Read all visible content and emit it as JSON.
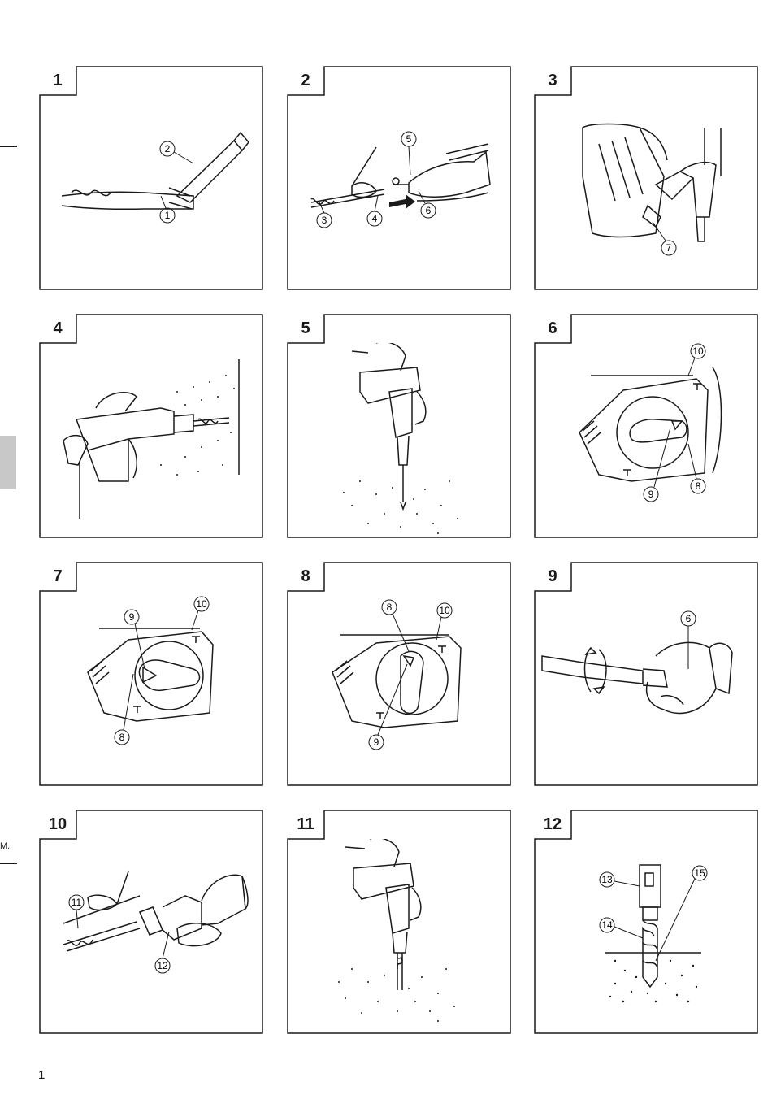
{
  "page": {
    "number": "1",
    "edge_mark": "M."
  },
  "panels": [
    {
      "number": "1",
      "callouts": [
        "1",
        "2"
      ]
    },
    {
      "number": "2",
      "callouts": [
        "3",
        "4",
        "5",
        "6"
      ]
    },
    {
      "number": "3",
      "callouts": [
        "7"
      ]
    },
    {
      "number": "4",
      "callouts": []
    },
    {
      "number": "5",
      "callouts": []
    },
    {
      "number": "6",
      "callouts": [
        "10",
        "9",
        "8"
      ]
    },
    {
      "number": "7",
      "callouts": [
        "9",
        "10",
        "8"
      ]
    },
    {
      "number": "8",
      "callouts": [
        "8",
        "10",
        "9"
      ]
    },
    {
      "number": "9",
      "callouts": [
        "6"
      ]
    },
    {
      "number": "10",
      "callouts": [
        "11",
        "12"
      ]
    },
    {
      "number": "11",
      "callouts": []
    },
    {
      "number": "12",
      "callouts": [
        "13",
        "14",
        "15"
      ]
    }
  ],
  "icons": [
    "drill-bit-greasing-illustration",
    "bit-insertion-illustration",
    "side-handle-illustration",
    "rotary-hammer-drilling-illustration",
    "chiselling-illustration",
    "mode-dial-illustration",
    "screwdriver-illustration",
    "drill-bit-depth-illustration"
  ]
}
